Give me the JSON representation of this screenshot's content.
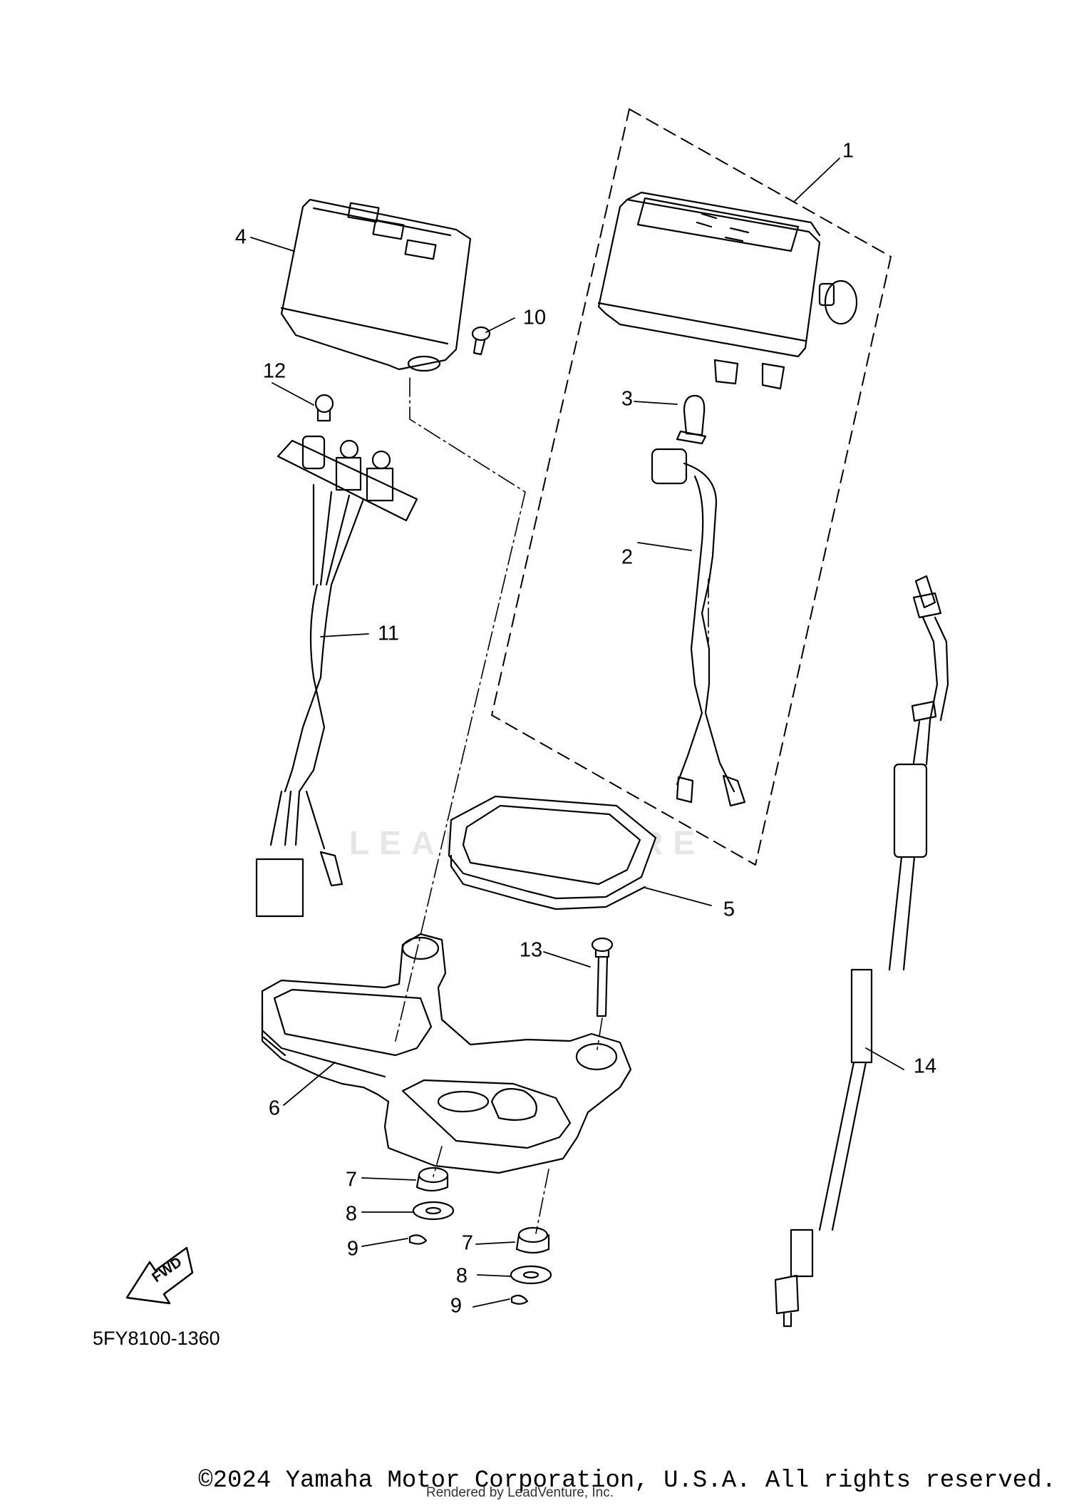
{
  "diagram": {
    "part_numbers": [
      "1",
      "2",
      "3",
      "4",
      "5",
      "6",
      "7",
      "7",
      "8",
      "8",
      "9",
      "9",
      "10",
      "11",
      "12",
      "13",
      "14"
    ],
    "catalog_code": "5FY8100-1360",
    "fwd_label": "FWD",
    "watermark": "LEADVENTURE",
    "copyright": "©2024 Yamaha Motor Corporation, U.S.A. All rights reserved.",
    "rendered_by": "Rendered by LeadVenture, Inc."
  }
}
